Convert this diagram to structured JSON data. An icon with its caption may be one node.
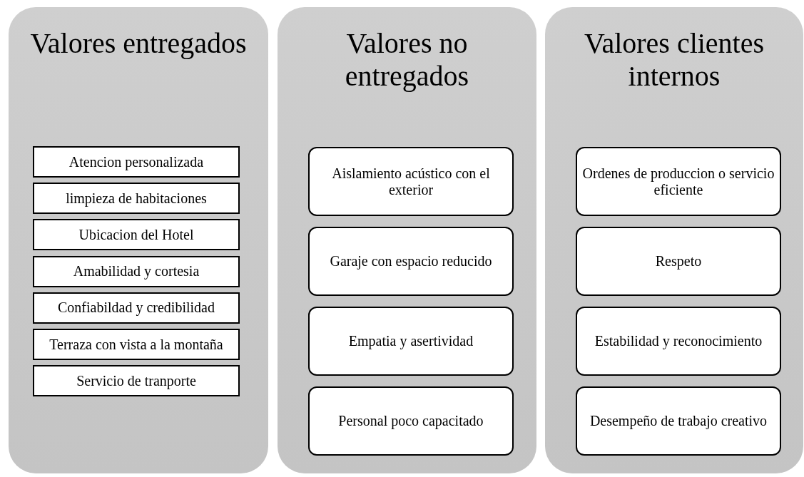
{
  "diagram": {
    "nodes": [
      {
        "text": [
          "Valores entregados"
        ]
      },
      {
        "text": [
          "Atencion personalizada"
        ],
        "in": 0
      },
      {
        "text": [
          "limpieza de habitaciones"
        ],
        "in": 0
      },
      {
        "text": [
          "Ubicacion del Hotel"
        ],
        "in": 0
      },
      {
        "text": [
          "Amabilidad y cortesia"
        ],
        "in": 0
      },
      {
        "text": [
          "Confiabildad y credibilidad"
        ],
        "in": 0
      },
      {
        "text": [
          "Terraza con vista a la montaña"
        ],
        "in": 0
      },
      {
        "text": [
          "Servicio de tranporte"
        ],
        "in": 0
      },
      {
        "text": [
          "Valores no entregados"
        ]
      },
      {
        "text": [
          "Aislamiento acústico con el exterior"
        ],
        "in": 8
      },
      {
        "text": [
          "Garaje con espacio reducido"
        ],
        "in": 8
      },
      {
        "text": [
          "Empatia y asertividad"
        ],
        "in": 8
      },
      {
        "text": [
          "Personal poco capacitado"
        ],
        "in": 8
      },
      {
        "text": [
          "Valores clientes internos"
        ]
      },
      {
        "text": [
          "Ordenes de produccion o servicio eficiente"
        ],
        "in": 13
      },
      {
        "text": [
          "Respeto"
        ],
        "in": 13
      },
      {
        "text": [
          "Estabilidad y reconocimiento"
        ],
        "in": 13
      },
      {
        "text": [
          "Desempeño de  trabajo creativo"
        ],
        "in": 13
      }
    ]
  }
}
